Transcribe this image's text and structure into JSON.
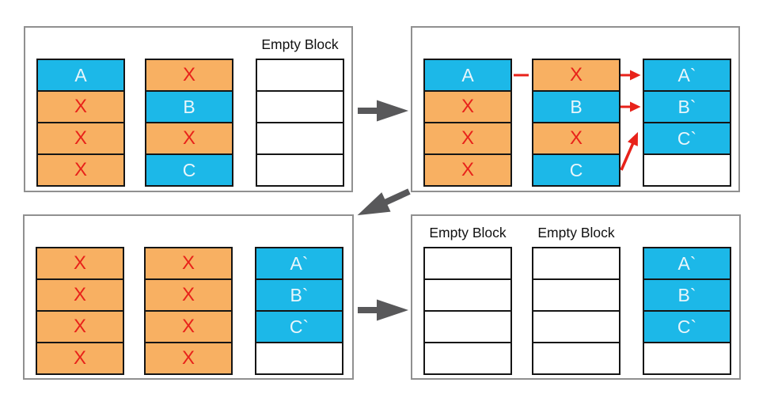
{
  "colors": {
    "cyan": "#1cb8e8",
    "orange": "#f8b062",
    "red": "#e8221a",
    "letter_white": "#e9f6fb",
    "block_border": "#151515",
    "panel_border": "#909090",
    "flow_arrow": "#58585a",
    "label_text": "#111111",
    "background": "#ffffff"
  },
  "panels": [
    {
      "name": "step-1-initial",
      "columns": [
        {
          "header": null,
          "cells": [
            {
              "label": "A",
              "state": "valid"
            },
            {
              "label": "X",
              "state": "stale"
            },
            {
              "label": "X",
              "state": "stale"
            },
            {
              "label": "X",
              "state": "stale"
            }
          ]
        },
        {
          "header": null,
          "cells": [
            {
              "label": "X",
              "state": "stale"
            },
            {
              "label": "B",
              "state": "valid"
            },
            {
              "label": "X",
              "state": "stale"
            },
            {
              "label": "C",
              "state": "valid"
            }
          ]
        },
        {
          "header": "Empty Block",
          "cells": [
            {
              "label": "",
              "state": "empty"
            },
            {
              "label": "",
              "state": "empty"
            },
            {
              "label": "",
              "state": "empty"
            },
            {
              "label": "",
              "state": "empty"
            }
          ]
        }
      ]
    },
    {
      "name": "step-2-copy-valid-pages",
      "copy_arrows": [
        {
          "from": "A",
          "to": "A`"
        },
        {
          "from": "B",
          "to": "B`"
        },
        {
          "from": "C",
          "to": "C`"
        }
      ],
      "columns": [
        {
          "header": null,
          "cells": [
            {
              "label": "A",
              "state": "valid"
            },
            {
              "label": "X",
              "state": "stale"
            },
            {
              "label": "X",
              "state": "stale"
            },
            {
              "label": "X",
              "state": "stale"
            }
          ]
        },
        {
          "header": null,
          "cells": [
            {
              "label": "X",
              "state": "stale"
            },
            {
              "label": "B",
              "state": "valid"
            },
            {
              "label": "X",
              "state": "stale"
            },
            {
              "label": "C",
              "state": "valid"
            }
          ]
        },
        {
          "header": null,
          "cells": [
            {
              "label": "A`",
              "state": "valid"
            },
            {
              "label": "B`",
              "state": "valid"
            },
            {
              "label": "C`",
              "state": "valid"
            },
            {
              "label": "",
              "state": "empty"
            }
          ]
        }
      ]
    },
    {
      "name": "step-3-sources-stale",
      "columns": [
        {
          "header": null,
          "cells": [
            {
              "label": "X",
              "state": "stale"
            },
            {
              "label": "X",
              "state": "stale"
            },
            {
              "label": "X",
              "state": "stale"
            },
            {
              "label": "X",
              "state": "stale"
            }
          ]
        },
        {
          "header": null,
          "cells": [
            {
              "label": "X",
              "state": "stale"
            },
            {
              "label": "X",
              "state": "stale"
            },
            {
              "label": "X",
              "state": "stale"
            },
            {
              "label": "X",
              "state": "stale"
            }
          ]
        },
        {
          "header": null,
          "cells": [
            {
              "label": "A`",
              "state": "valid"
            },
            {
              "label": "B`",
              "state": "valid"
            },
            {
              "label": "C`",
              "state": "valid"
            },
            {
              "label": "",
              "state": "empty"
            }
          ]
        }
      ]
    },
    {
      "name": "step-4-blocks-erased",
      "columns": [
        {
          "header": "Empty Block",
          "cells": [
            {
              "label": "",
              "state": "empty"
            },
            {
              "label": "",
              "state": "empty"
            },
            {
              "label": "",
              "state": "empty"
            },
            {
              "label": "",
              "state": "empty"
            }
          ]
        },
        {
          "header": "Empty Block",
          "cells": [
            {
              "label": "",
              "state": "empty"
            },
            {
              "label": "",
              "state": "empty"
            },
            {
              "label": "",
              "state": "empty"
            },
            {
              "label": "",
              "state": "empty"
            }
          ]
        },
        {
          "header": null,
          "cells": [
            {
              "label": "A`",
              "state": "valid"
            },
            {
              "label": "B`",
              "state": "valid"
            },
            {
              "label": "C`",
              "state": "valid"
            },
            {
              "label": "",
              "state": "empty"
            }
          ]
        }
      ]
    }
  ]
}
